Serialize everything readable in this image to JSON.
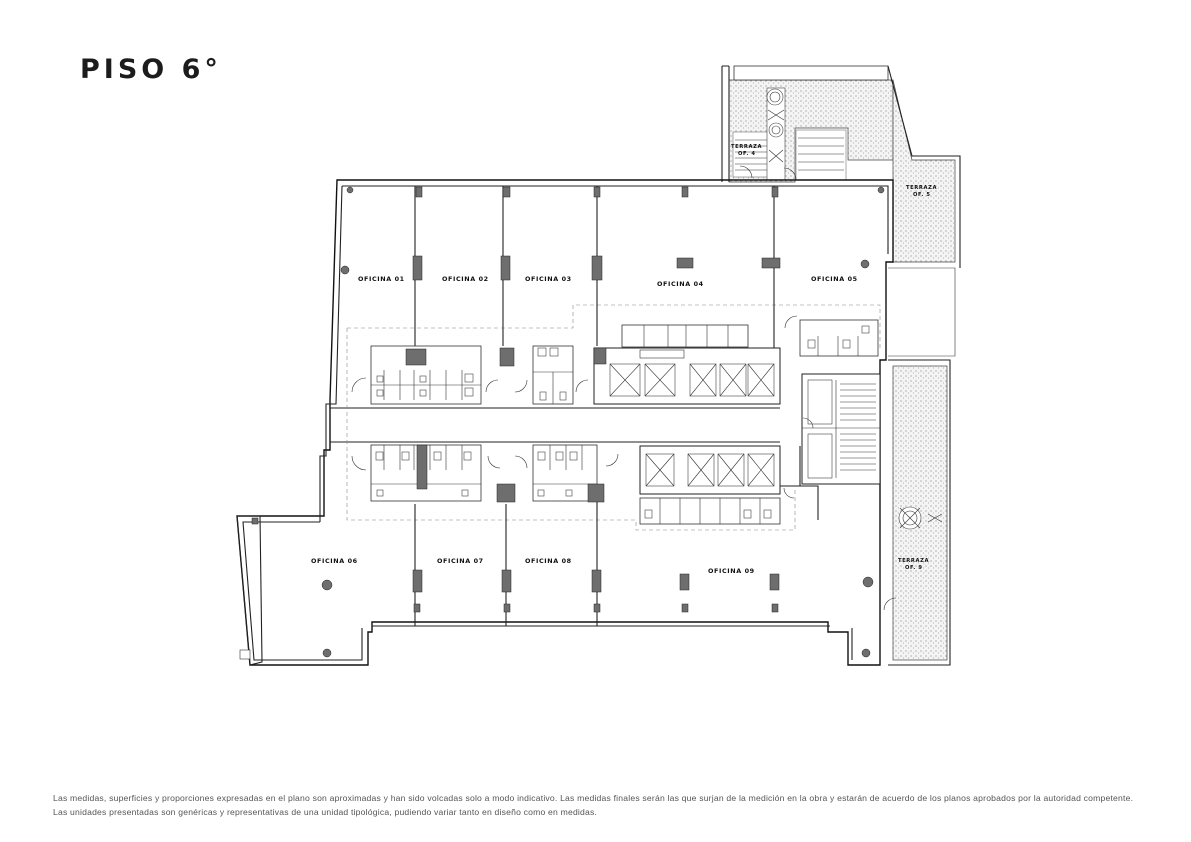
{
  "title": "PISO 6°",
  "labels": {
    "oficina_01": "OFICINA 01",
    "oficina_02": "OFICINA 02",
    "oficina_03": "OFICINA 03",
    "oficina_04": "OFICINA 04",
    "oficina_05": "OFICINA 05",
    "oficina_06": "OFICINA 06",
    "oficina_07": "OFICINA 07",
    "oficina_08": "OFICINA 08",
    "oficina_09": "OFICINA 09",
    "terraza_4_l1": "TERRAZA",
    "terraza_4_l2": "OF. 4",
    "terraza_5_l1": "TERRAZA",
    "terraza_5_l2": "OF. 5",
    "terraza_9_l1": "TERRAZA",
    "terraza_9_l2": "OF. 9"
  },
  "disclaimer": "Las medidas, superficies y proporciones expresadas en el plano son aproximadas y han sido volcadas solo a modo indicativo. Las medidas finales serán las que surjan de la medición en la obra y estarán de acuerdo de los planos aprobados por la autoridad competente. Las unidades presentadas son genéricas y representativas de una unidad tipológica, pudiendo variar tanto en diseño como en medidas."
}
